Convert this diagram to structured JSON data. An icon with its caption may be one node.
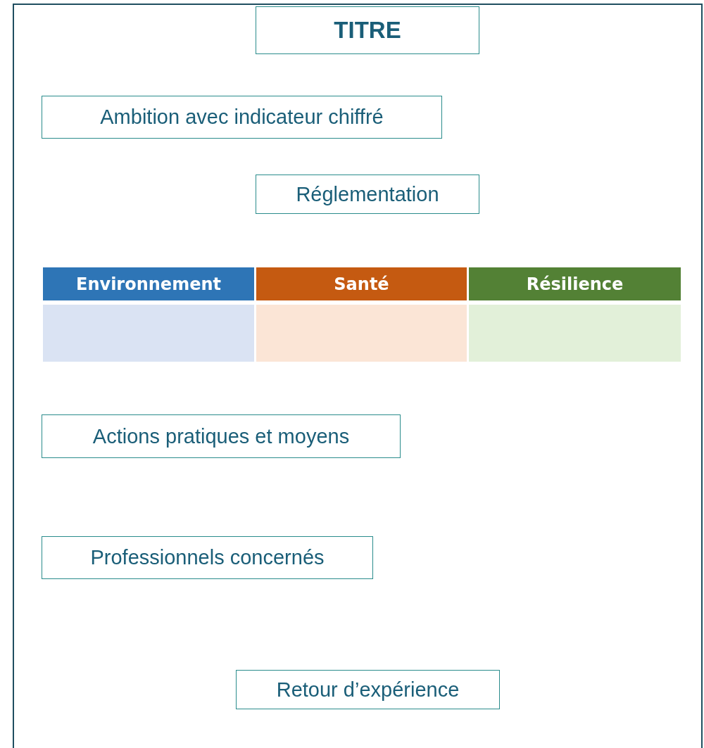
{
  "diagram": {
    "nodes": [
      {
        "text": [],
        "shape": "box"
      },
      {
        "text": [
          "TITRE"
        ],
        "in": 0
      },
      {
        "text": [
          "Ambition avec indicateur chiffré"
        ],
        "in": 0
      },
      {
        "text": [
          "Réglementation"
        ],
        "in": 0
      },
      {
        "text": [
          "Environnement"
        ],
        "in": 0
      },
      {
        "text": [
          "Santé"
        ],
        "in": 0
      },
      {
        "text": [
          "Résilience"
        ],
        "in": 0
      },
      {
        "text": [],
        "shape": "box",
        "in": 0
      },
      {
        "text": [],
        "shape": "box",
        "in": 0
      },
      {
        "text": [],
        "shape": "box",
        "in": 0
      },
      {
        "text": [
          "Actions pratiques et moyens"
        ],
        "in": 0
      },
      {
        "text": [
          "Professionnels concernés"
        ],
        "in": 0
      },
      {
        "text": [
          "Retour d’expérience"
        ],
        "in": 0
      }
    ]
  }
}
